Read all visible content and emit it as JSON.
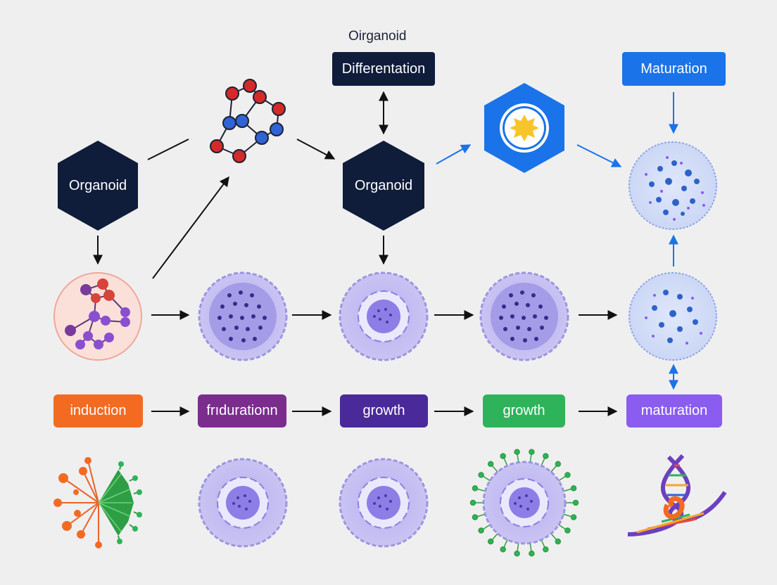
{
  "top_caption": "Oirganoid",
  "boxes": {
    "differentiation": {
      "label": "Differentation",
      "color": "#0f1c3a"
    },
    "maturation_top": {
      "label": "Maturation",
      "color": "#1a73e8"
    }
  },
  "hexagons": {
    "left": {
      "label": "Organoid",
      "color": "#0f1c3a"
    },
    "center": {
      "label": "Organoid",
      "color": "#0f1c3a"
    },
    "blue": {
      "color": "#1a73e8"
    }
  },
  "stages": [
    {
      "label": "induction",
      "color": "#f26b21"
    },
    {
      "label": "frıdurationn",
      "color": "#7b2d8e"
    },
    {
      "label": "growth",
      "color": "#4a2a9a"
    },
    {
      "label": "growth",
      "color": "#2fb35a"
    },
    {
      "label": "maturation",
      "color": "#8a5cf0"
    }
  ]
}
